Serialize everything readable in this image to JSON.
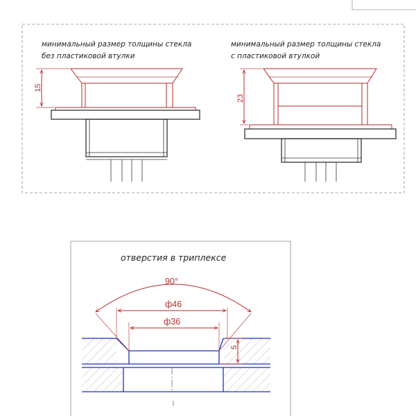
{
  "diagram": {
    "panels": [
      {
        "id": "without-sleeve",
        "caption_line1": "минимальный размер толщины стекла",
        "caption_line2": "без пластиковой втулки",
        "dimension": "15"
      },
      {
        "id": "with-sleeve",
        "caption_line1": "минимальный размер толщины стекла",
        "caption_line2": "с пластиковой втулкой",
        "dimension": "23"
      }
    ],
    "hole_detail": {
      "title": "отверстия в триплексе",
      "angle": "90°",
      "outer_diameter": "ф46",
      "inner_diameter": "ф36",
      "depth": "5"
    }
  },
  "colors": {
    "outline": "#222222",
    "glass_section": "#1a2fc0",
    "dimension": "#b03030",
    "frame": "#8a8a8a"
  }
}
